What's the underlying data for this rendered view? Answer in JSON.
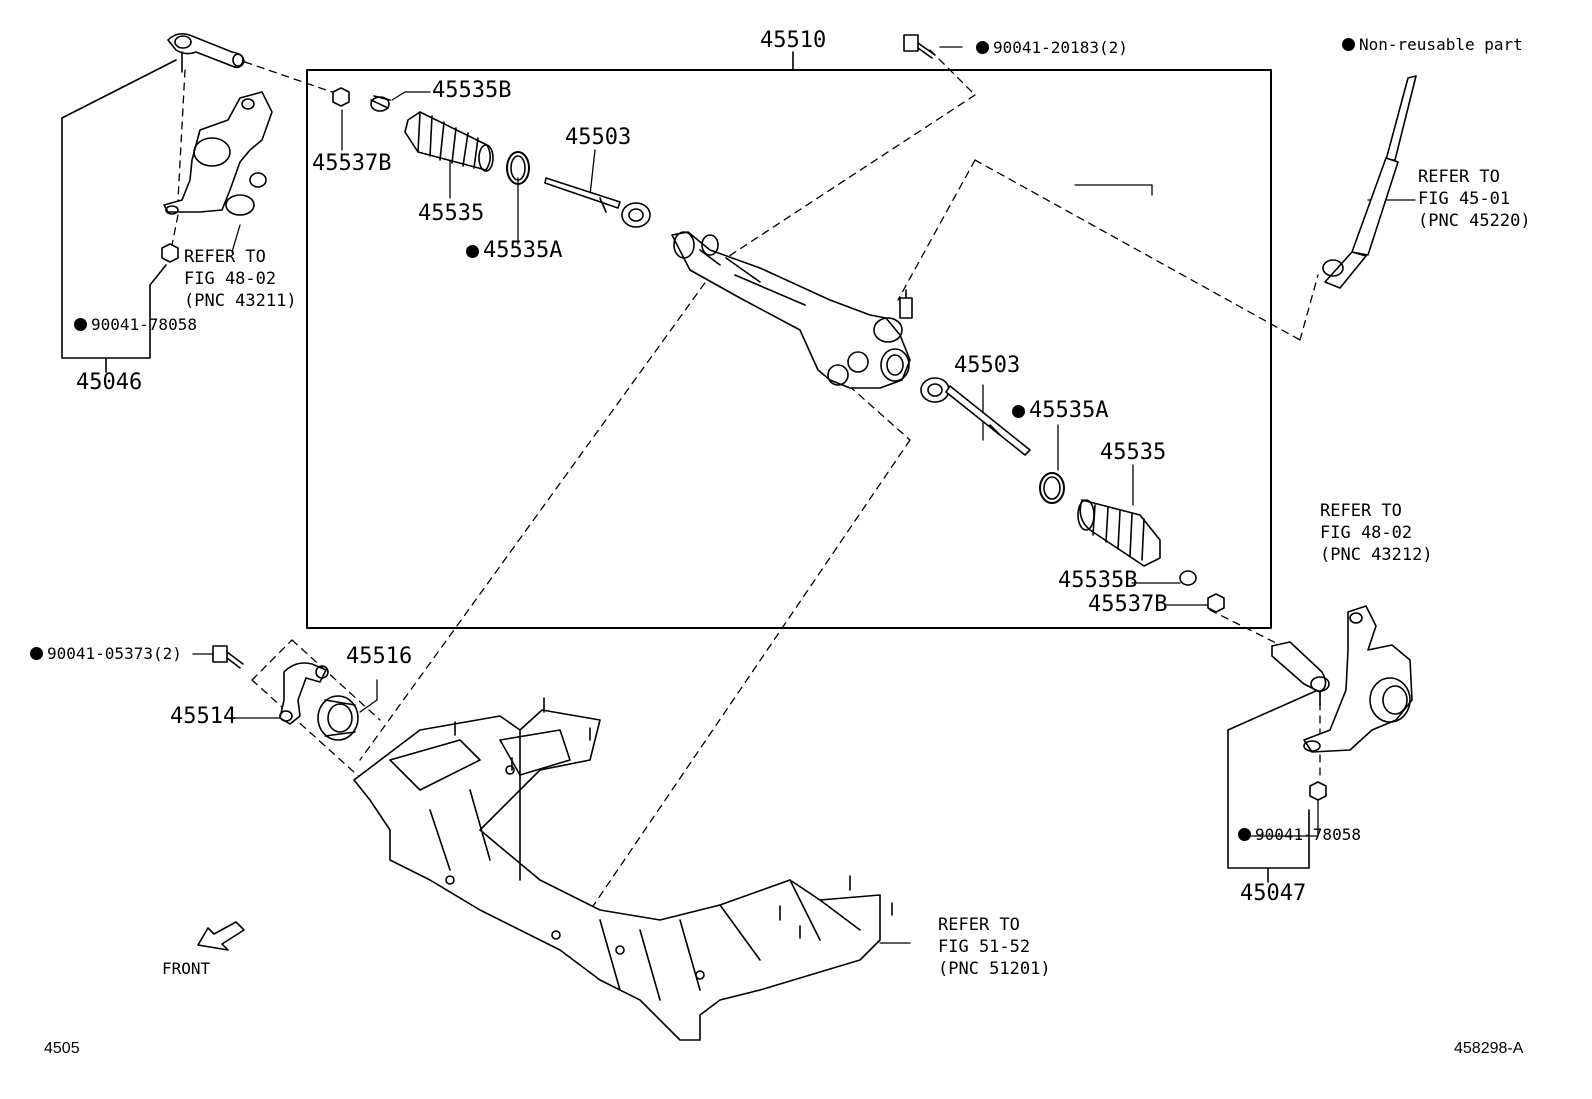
{
  "legend": {
    "non_reusable": "Non-reusable part"
  },
  "parts": {
    "p45510": "45510",
    "p45535b_left": "45535B",
    "p45537b_left": "45537B",
    "p45535_left": "45535",
    "p45535a_left": "45535A",
    "p45503_left": "45503",
    "p45503_right": "45503",
    "p45535a_right": "45535A",
    "p45535_right": "45535",
    "p45535b_right": "45535B",
    "p45537b_right": "45537B",
    "p45046": "45046",
    "p45047": "45047",
    "p45516": "45516",
    "p45514": "45514",
    "bolt_top": "90041-20183(2)",
    "nut_left": "90041-78058",
    "nut_right": "90041-78058",
    "bolt_left": "90041-05373(2)"
  },
  "refs": {
    "ref_left_knuckle": [
      "REFER TO",
      "FIG 48-02",
      "(PNC 43211)"
    ],
    "ref_steering_shaft": [
      "REFER TO",
      "FIG 45-01",
      "(PNC 45220)"
    ],
    "ref_right_knuckle": [
      "REFER TO",
      "FIG 48-02",
      "(PNC 43212)"
    ],
    "ref_crossmember": [
      "REFER TO",
      "FIG 51-52",
      "(PNC 51201)"
    ]
  },
  "front_label": "FRONT",
  "footer": {
    "figure_code": "4505",
    "illustration_id": "458298-A"
  }
}
